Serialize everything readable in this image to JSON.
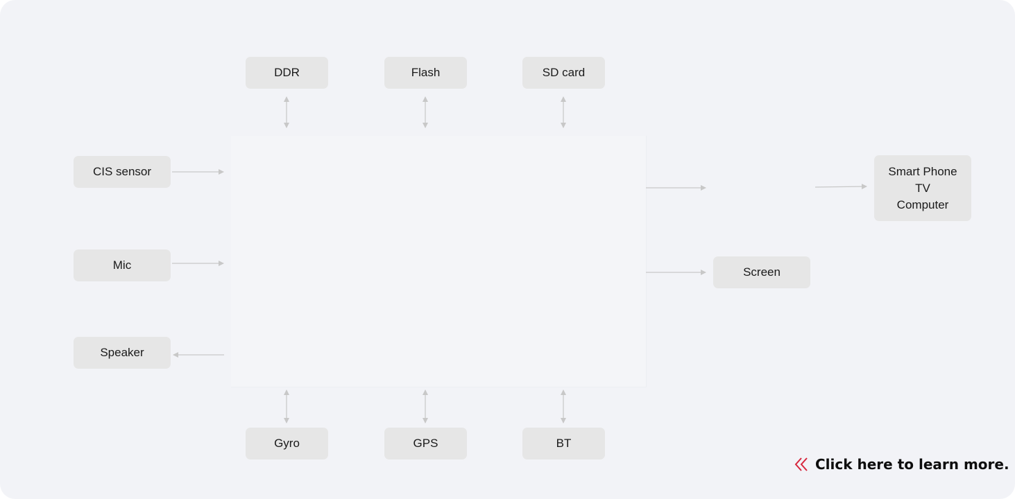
{
  "diagram": {
    "memory_blocks": [
      {
        "label": "DDR"
      },
      {
        "label": "Flash"
      },
      {
        "label": "SD card"
      }
    ],
    "input_blocks": [
      {
        "label": "CIS sensor"
      },
      {
        "label": "Mic"
      },
      {
        "label": "Speaker"
      }
    ],
    "peripheral_blocks": [
      {
        "label": "Gyro"
      },
      {
        "label": "GPS"
      },
      {
        "label": "BT"
      }
    ],
    "output_blocks": {
      "devices": [
        "Smart Phone",
        "TV",
        "Computer"
      ],
      "screen": "Screen"
    },
    "connector_color": "#c8c8c8",
    "block_color": "#e6e6e6",
    "background_color": "#f2f3f7"
  },
  "cta": {
    "label": "Click here to learn more.",
    "icon": "double-chevron-left-icon",
    "icon_color": "#d7263d"
  }
}
